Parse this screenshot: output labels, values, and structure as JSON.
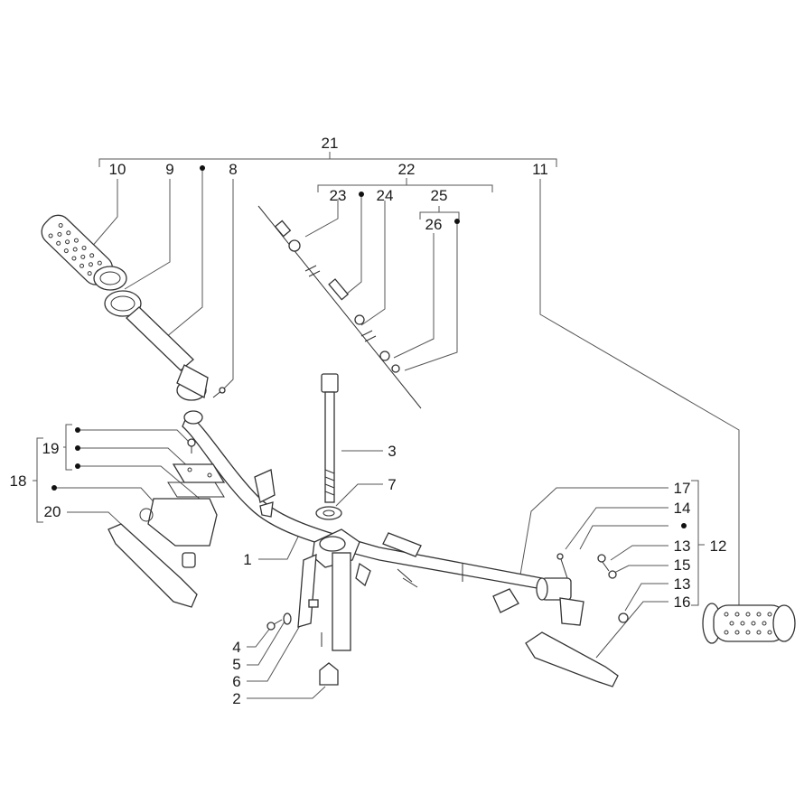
{
  "diagram": {
    "callouts": {
      "c1": "1",
      "c2": "2",
      "c3": "3",
      "c4": "4",
      "c5": "5",
      "c6": "6",
      "c7": "7",
      "c8": "8",
      "c9": "9",
      "c10": "10",
      "c11": "11",
      "c12": "12",
      "c13a": "13",
      "c13b": "13",
      "c14": "14",
      "c15": "15",
      "c16": "16",
      "c17": "17",
      "c18": "18",
      "c19": "19",
      "c20": "20",
      "c21": "21",
      "c22": "22",
      "c23": "23",
      "c24": "24",
      "c25": "25",
      "c26": "26"
    }
  }
}
